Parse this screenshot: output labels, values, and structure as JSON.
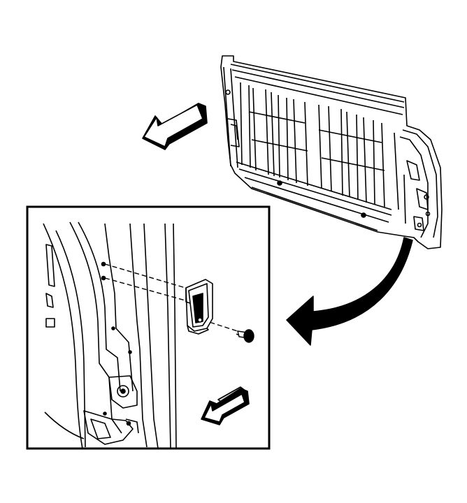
{
  "diagram": {
    "colors": {
      "line": "#000000",
      "background": "#ffffff",
      "shade": "#d8d8d8"
    },
    "components": {
      "panel": "cab-back-panel",
      "detail_frame": "detail-view-frame",
      "bracket": "bracket",
      "fastener": "push-pin-retainer",
      "direction_arrows": [
        "forward-direction-arrow",
        "forward-direction-arrow-detail"
      ],
      "callout_arrow": "detail-callout-arrow"
    }
  }
}
